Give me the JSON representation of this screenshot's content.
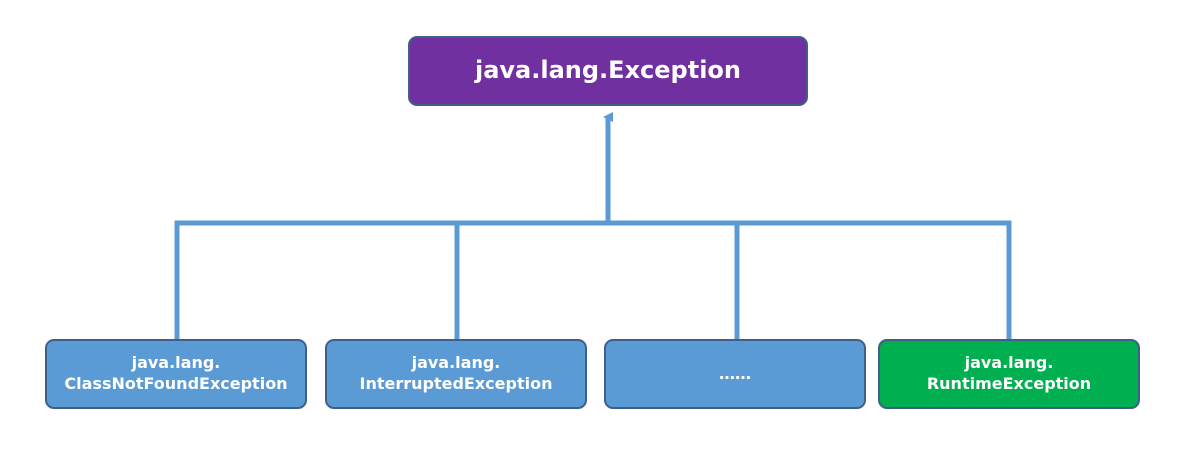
{
  "colors": {
    "root_fill": "#7030a0",
    "child_fill": "#5b9bd5",
    "runtime_fill": "#00b050",
    "connector": "#5b9bd5",
    "border": "#3f5f8a"
  },
  "root": {
    "label": "java.lang.Exception"
  },
  "children": [
    {
      "line1": "java.lang.",
      "line2": "ClassNotFoundException"
    },
    {
      "line1": "java.lang.",
      "line2": "InterruptedException"
    },
    {
      "line1": "",
      "line2": "……"
    },
    {
      "line1": "java.lang.",
      "line2": "RuntimeException"
    }
  ]
}
